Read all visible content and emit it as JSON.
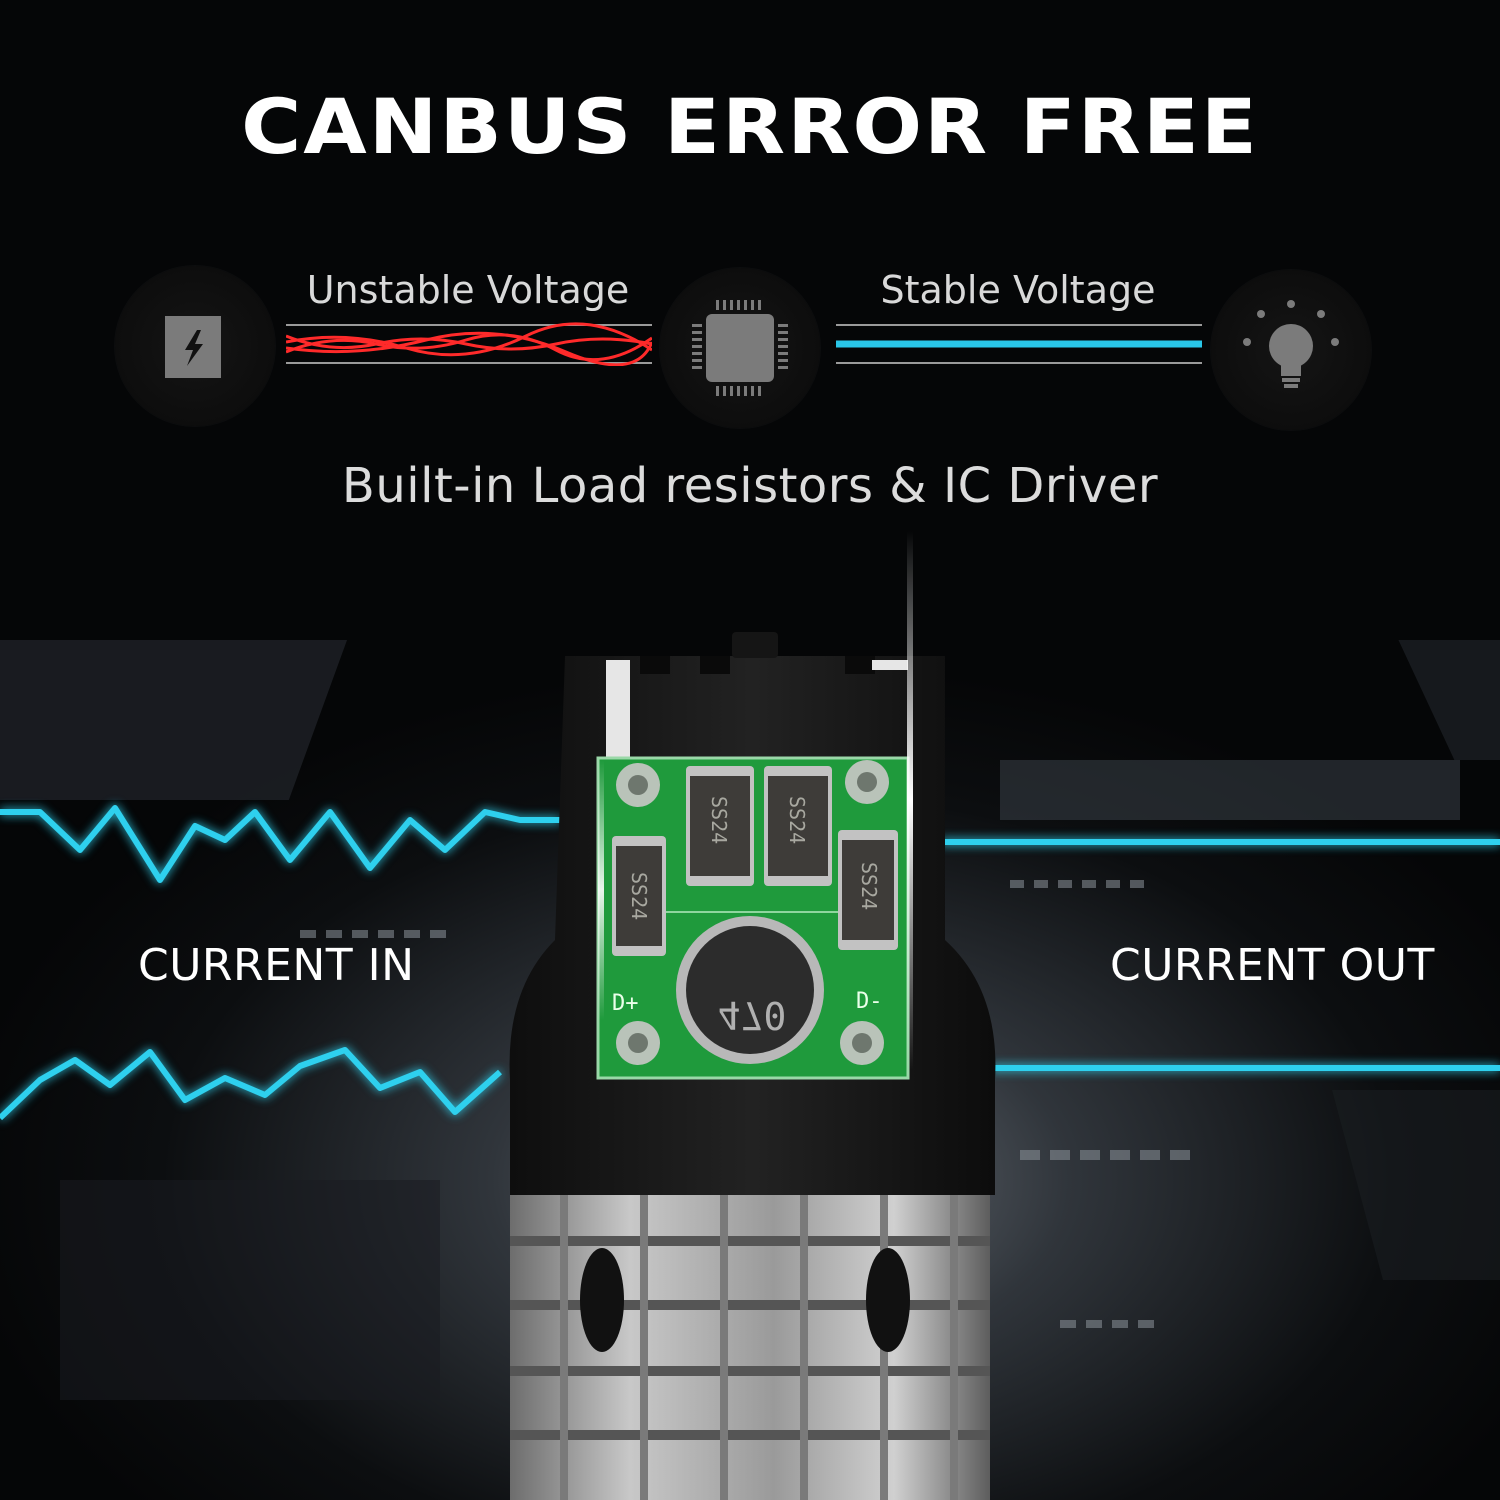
{
  "headline": "CANBUS ERROR FREE",
  "flow": {
    "input_label": "Unstable Voltage",
    "output_label": "Stable Voltage",
    "icons": [
      "power-source-icon",
      "ic-chip-icon",
      "light-bulb-icon"
    ]
  },
  "subheadline": "Built-in Load resistors & IC Driver",
  "current_in_label": "CURRENT IN",
  "current_out_label": "CURRENT OUT",
  "module": {
    "diode_marking_1": "SS24",
    "diode_marking_2": "SS24",
    "diode_marking_3": "SS24",
    "diode_marking_4": "SS24",
    "inductor_marking": "470",
    "terminal_plus": "D+",
    "terminal_minus": "D-"
  },
  "colors": {
    "unstable_wave": "#ff2a2a",
    "stable_wave": "#29c6e8",
    "board_green": "#1f9a3c",
    "background": "#050607"
  }
}
